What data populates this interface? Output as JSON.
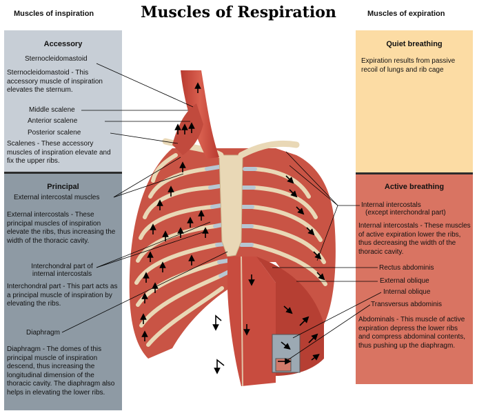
{
  "title": "Muscles of Respiration",
  "headers": {
    "inspiration": "Muscles of inspiration",
    "expiration": "Muscles of expiration"
  },
  "colors": {
    "accessory_panel": "#c7ced6",
    "principal_panel": "#8e9aa4",
    "quiet_panel": "#fcdca4",
    "active_panel": "#d97462",
    "muscle": "#c8483b",
    "bone": "#e9d8b6",
    "cartilage": "#b7c6d2"
  },
  "accessory": {
    "heading": "Accessory",
    "sternocleido_label": "Sternocleidomastoid",
    "sternocleido_desc": "Sternocleidomastoid - This accessory muscle of inspiration elevates the sternum.",
    "middle_scalene": "Middle scalene",
    "anterior_scalene": "Anterior scalene",
    "posterior_scalene": "Posterior scalene",
    "scalenes_desc": "Scalenes - These accessory muscles of inspiration elevate and fix the upper ribs."
  },
  "principal": {
    "heading": "Principal",
    "ext_intercostal_label": "External intercostal muscles",
    "ext_intercostal_desc": "External intercostals - These principal muscles of inspiration elevate the ribs, thus increasing the width of the thoracic cavity.",
    "interchondral_label_1": "Interchondral part of",
    "interchondral_label_2": "internal intercostals",
    "interchondral_desc": "Interchondral part - This part acts as a principal muscle of inspiration by elevating the ribs.",
    "diaphragm_label": "Diaphragm",
    "diaphragm_desc": "Diaphragm - The domes of this principal muscle of inspiration descend, thus increasing the longitudinal dimension of the thoracic cavity.  The diaphragm also helps in elevating the lower ribs."
  },
  "quiet": {
    "heading": "Quiet breathing",
    "desc": "Expiration results from passive recoil of lungs and rib cage"
  },
  "active": {
    "heading": "Active breathing",
    "int_intercostal_label_1": "Internal intercostals",
    "int_intercostal_label_2": "(except interchondral part)",
    "int_intercostal_desc": "Internal intercostals - These muscles of active expiration lower the ribs, thus decreasing the width of the thoracic cavity.",
    "rectus": "Rectus abdominis",
    "ext_oblique": "External oblique",
    "int_oblique": "Internal oblique",
    "transversus": "Transversus abdominis",
    "abdominals_desc": "Abdominals - This muscle of active expiration depress the lower ribs and compress abdominal contents, thus pushing up the diaphragm."
  }
}
